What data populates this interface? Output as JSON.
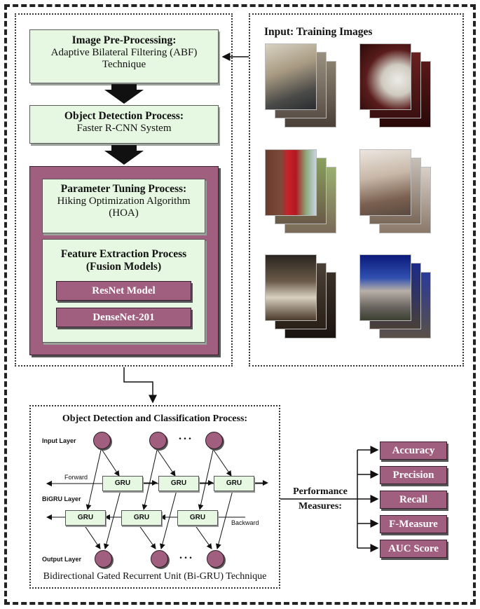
{
  "pipeline": {
    "preprocessing": {
      "title": "Image Pre-Processing:",
      "line1": "Adaptive Bilateral Filtering (ABF)",
      "line2": "Technique"
    },
    "detection": {
      "title": "Object Detection Process:",
      "subtitle": "Faster R-CNN System"
    },
    "tuning": {
      "title": "Parameter Tuning Process:",
      "line1": "Hiking Optimization Algorithm",
      "line2": "(HOA)"
    },
    "feature": {
      "title_line1": "Feature Extraction Process",
      "title_line2": "(Fusion Models)",
      "model1": "ResNet Model",
      "model2": "DenseNet-201"
    }
  },
  "input": {
    "title": "Input: Training Images",
    "images": [
      "office",
      "drawers",
      "phone-booth",
      "construction",
      "kitchen",
      "house"
    ]
  },
  "bigru": {
    "title": "Object Detection and Classification Process:",
    "caption": "Bidirectional Gated Recurrent Unit (Bi-GRU) Technique",
    "input_layer": "Input Layer",
    "bigru_layer": "BiGRU Layer",
    "output_layer": "Output Layer",
    "forward": "Forward",
    "backward": "Backward",
    "gru": "GRU",
    "ellipsis": "..."
  },
  "performance": {
    "label_line1": "Performance",
    "label_line2": "Measures:",
    "metrics": [
      "Accuracy",
      "Precision",
      "Recall",
      "F-Measure",
      "AUC Score"
    ]
  },
  "colors": {
    "accent": "#a15f80",
    "box_fill": "#e6f7e2"
  }
}
